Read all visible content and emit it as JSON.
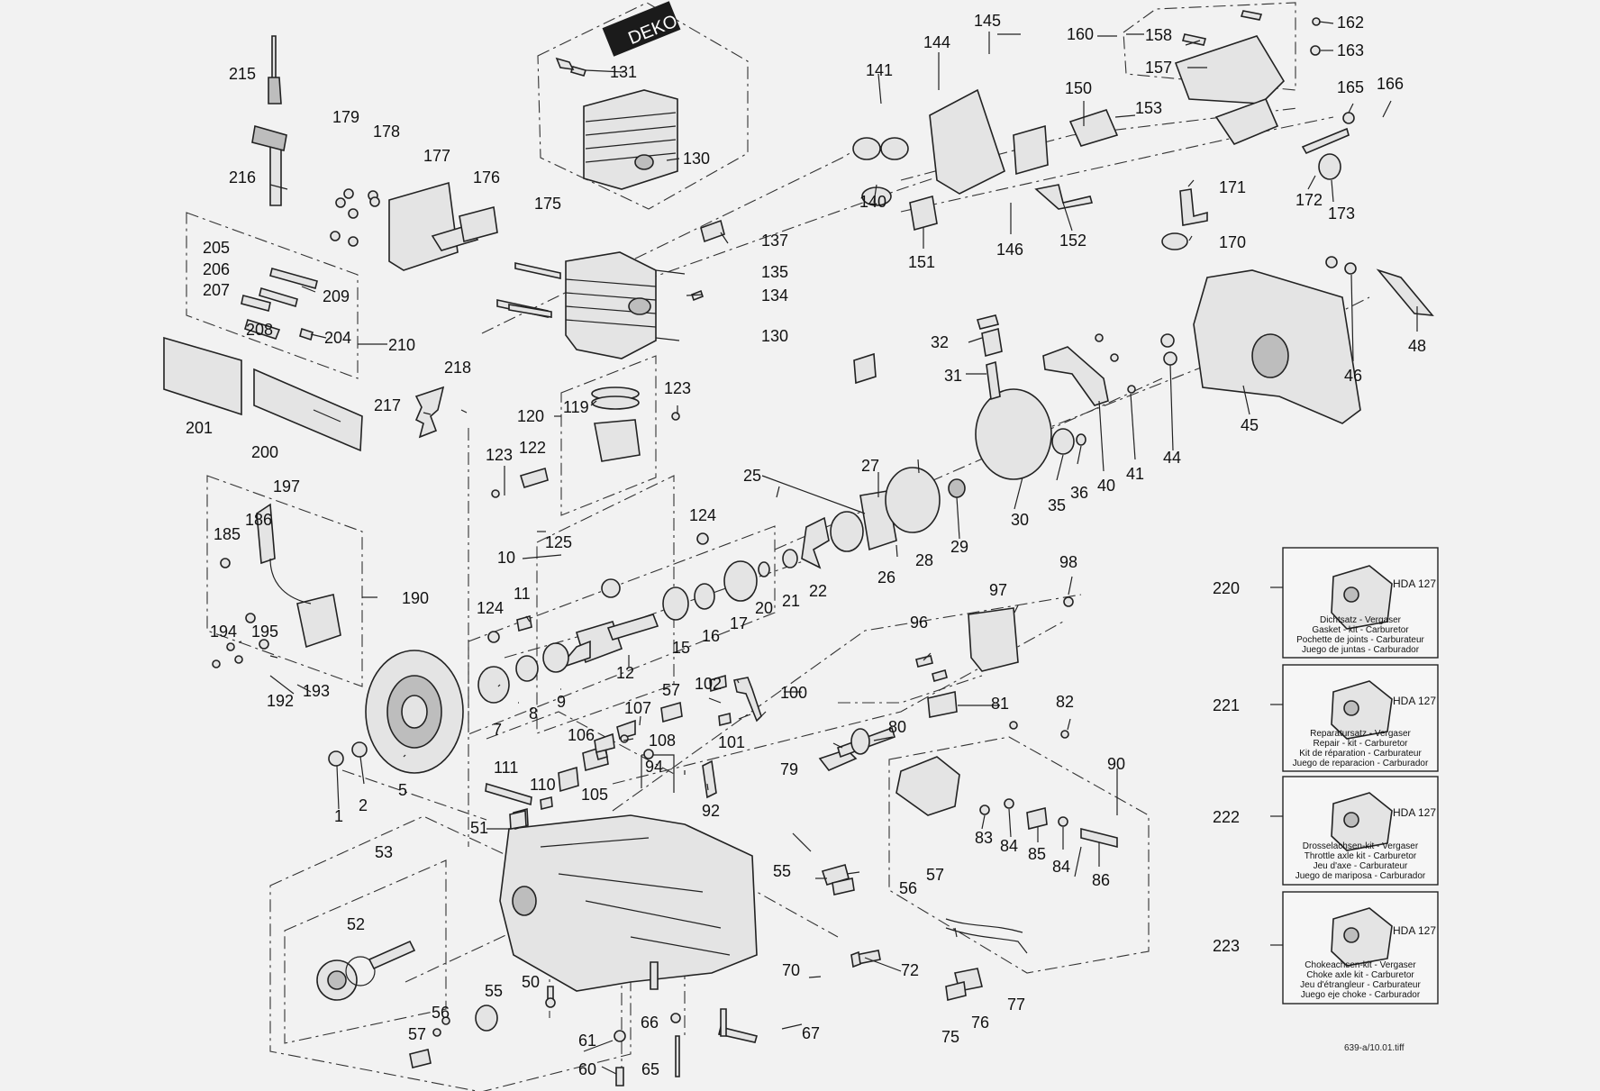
{
  "callouts": {
    "n1": "1",
    "n2": "2",
    "n5": "5",
    "n7": "7",
    "n8": "8",
    "n9": "9",
    "n10": "10",
    "n11": "11",
    "n12": "12",
    "n15": "15",
    "n16": "16",
    "n17": "17",
    "n20": "20",
    "n21": "21",
    "n22": "22",
    "n25": "25",
    "n26": "26",
    "n27": "27",
    "n28": "28",
    "n29": "29",
    "n30": "30",
    "n31": "31",
    "n32": "32",
    "n35": "35",
    "n36": "36",
    "n40": "40",
    "n41": "41",
    "n44": "44",
    "n45": "45",
    "n46": "46",
    "n48": "48",
    "n50": "50",
    "n51": "51",
    "n52": "52",
    "n53": "53",
    "n55a": "55",
    "n55b": "55",
    "n56a": "56",
    "n56b": "56",
    "n57a": "57",
    "n57b": "57",
    "n57c": "57",
    "n60": "60",
    "n61": "61",
    "n65": "65",
    "n66": "66",
    "n67": "67",
    "n70": "70",
    "n72": "72",
    "n75": "75",
    "n76": "76",
    "n77": "77",
    "n79": "79",
    "n80": "80",
    "n81": "81",
    "n82": "82",
    "n83": "83",
    "n84a": "84",
    "n84b": "84",
    "n85": "85",
    "n86": "86",
    "n90": "90",
    "n92": "92",
    "n94": "94",
    "n96": "96",
    "n97": "97",
    "n98": "98",
    "n100": "100",
    "n101": "101",
    "n102": "102",
    "n105": "105",
    "n106": "106",
    "n107": "107",
    "n108": "108",
    "n110": "110",
    "n111": "111",
    "n119": "119",
    "n120": "120",
    "n122": "122",
    "n123a": "123",
    "n123b": "123",
    "n124a": "124",
    "n124b": "124",
    "n125": "125",
    "n130a": "130",
    "n130b": "130",
    "n131": "131",
    "n134": "134",
    "n135": "135",
    "n137": "137",
    "n140": "140",
    "n141": "141",
    "n144": "144",
    "n145": "145",
    "n146": "146",
    "n150": "150",
    "n151": "151",
    "n152": "152",
    "n153": "153",
    "n157": "157",
    "n158": "158",
    "n160": "160",
    "n162": "162",
    "n163": "163",
    "n165": "165",
    "n166": "166",
    "n170": "170",
    "n171": "171",
    "n172": "172",
    "n173": "173",
    "n175": "175",
    "n176": "176",
    "n177": "177",
    "n178": "178",
    "n179": "179",
    "n185": "185",
    "n186": "186",
    "n190": "190",
    "n192": "192",
    "n193": "193",
    "n194": "194",
    "n195": "195",
    "n197": "197",
    "n200": "200",
    "n201": "201",
    "n204": "204",
    "n205": "205",
    "n206": "206",
    "n207": "207",
    "n208": "208",
    "n209": "209",
    "n210": "210",
    "n215": "215",
    "n216": "216",
    "n217": "217",
    "n218": "218",
    "n220": "220",
    "n221": "221",
    "n222": "222",
    "n223": "223"
  },
  "deko_label": "DEKO",
  "kits": [
    {
      "hda": "HDA 127",
      "lines": [
        "Dichtsatz - Vergaser",
        "Gasket - kit - Carburetor",
        "Pochette de joints - Carburateur",
        "Juego de juntas - Carburador"
      ]
    },
    {
      "hda": "HDA 127",
      "lines": [
        "Reparatursatz - Vergaser",
        "Repair - kit - Carburetor",
        "Kit de réparation - Carburateur",
        "Juego de reparacion - Carburador"
      ]
    },
    {
      "hda": "HDA 127",
      "lines": [
        "Drosselachsen-kit - Vergaser",
        "Throttle axle kit - Carburetor",
        "Jeu d'axe - Carburateur",
        "Juego de mariposa - Carburador"
      ]
    },
    {
      "hda": "HDA 127",
      "lines": [
        "Chokeachsen-kit - Vergaser",
        "Choke axle kit - Carburetor",
        "Jeu d'étrangleur - Carburateur",
        "Juego eje choke - Carburador"
      ]
    }
  ],
  "footer_ref": "639-a/10.01.tiff"
}
